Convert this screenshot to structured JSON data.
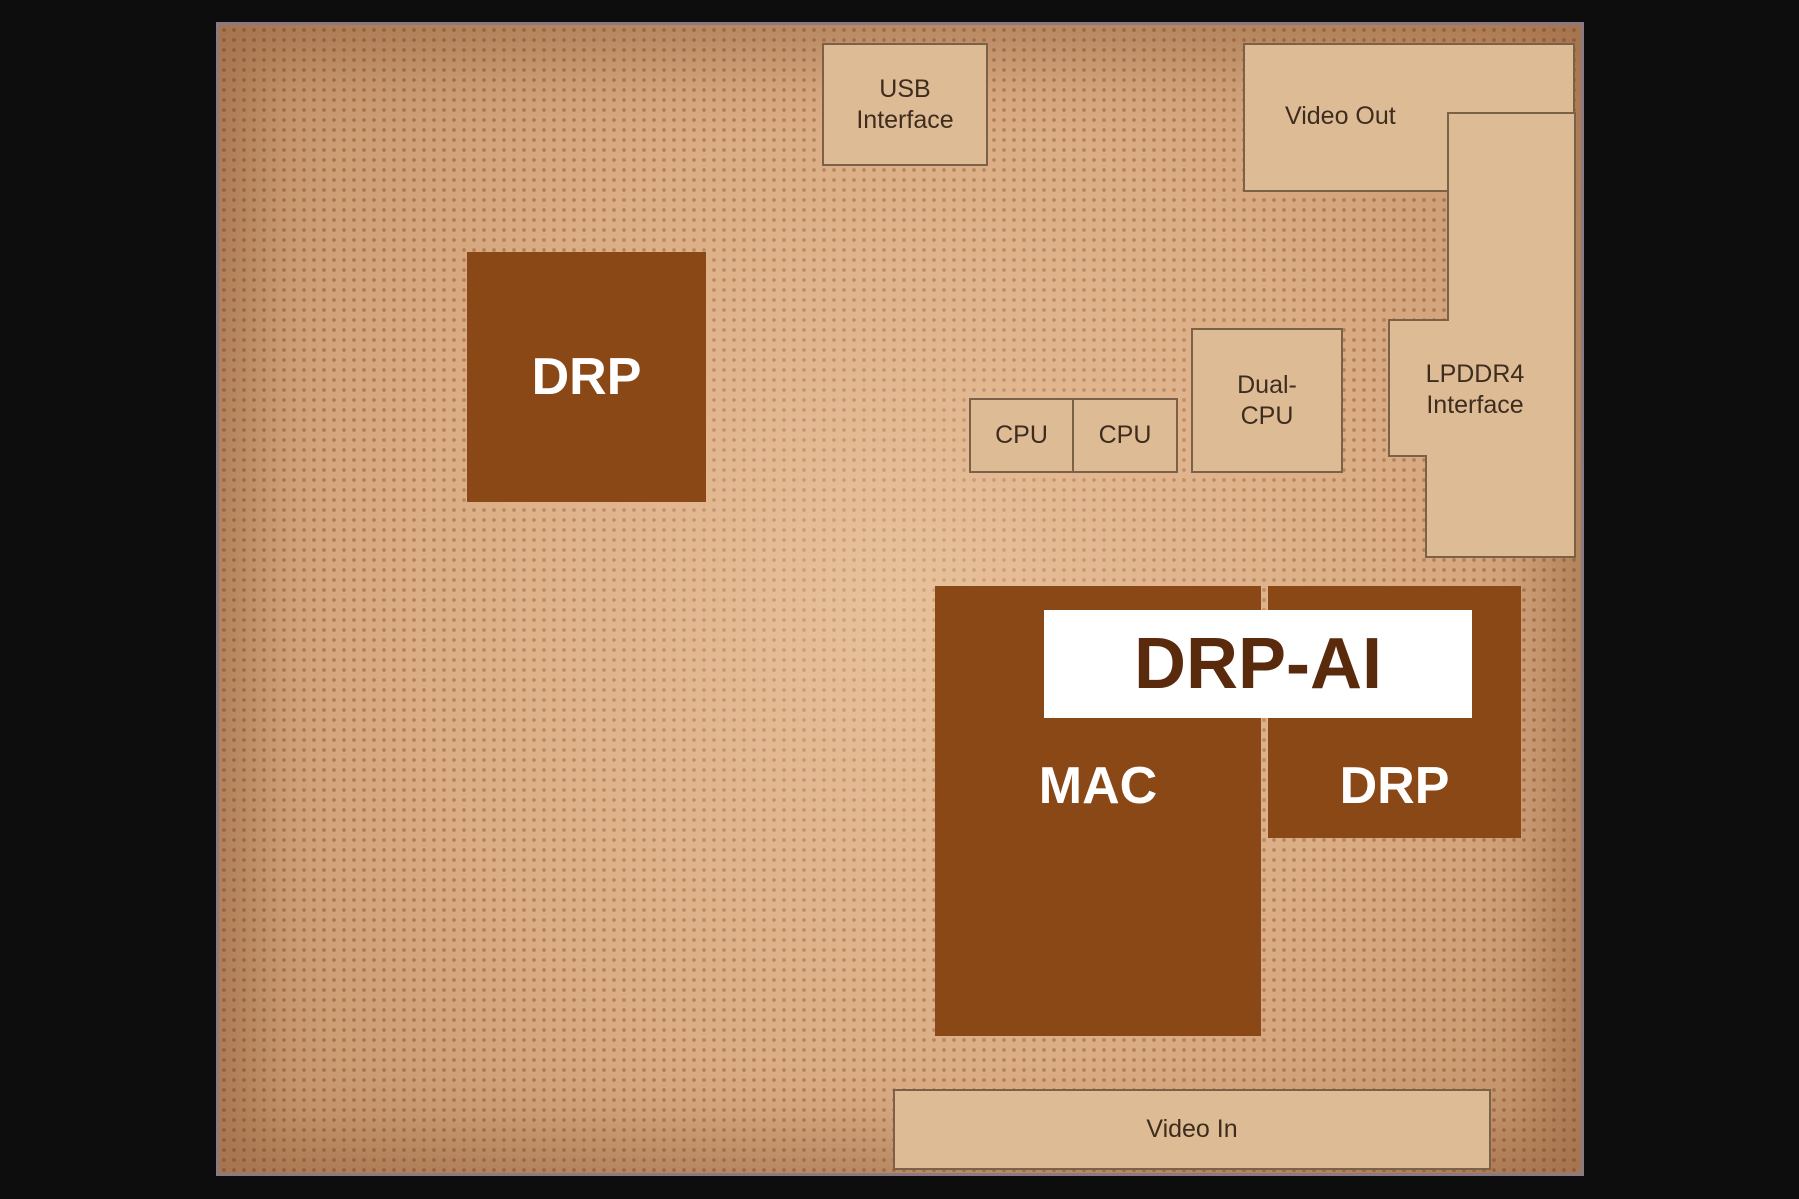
{
  "blocks": {
    "usb_interface": "USB\nInterface",
    "video_out": "Video Out",
    "lpddr4_interface": "LPDDR4\nInterface",
    "drp_left": "DRP",
    "cpu_1": "CPU",
    "cpu_2": "CPU",
    "dual_cpu": "Dual-\nCPU",
    "drp_ai_banner": "DRP-AI",
    "mac": "MAC",
    "drp_right": "DRP",
    "video_in": "Video In"
  },
  "colors": {
    "background": "#0d0d0d",
    "die": "#d9ab82",
    "block_light": "#ddbc95",
    "block_dark": "#8b4817",
    "banner": "#ffffff",
    "banner_text": "#5a2a0c"
  }
}
